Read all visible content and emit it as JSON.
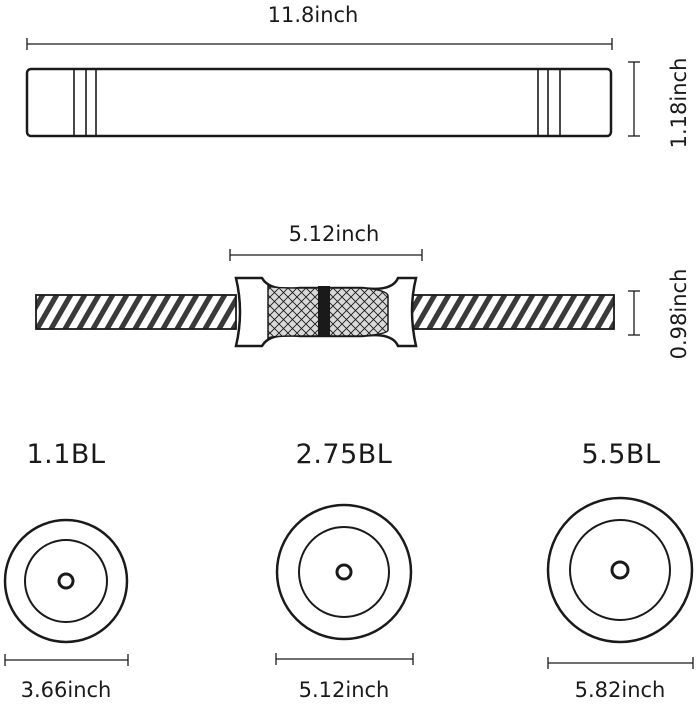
{
  "bar": {
    "length_label": "11.8inch",
    "height_label": "1.18inch"
  },
  "handle": {
    "grip_label": "5.12inch",
    "diameter_label": "0.98inch"
  },
  "plates": [
    {
      "weight_label": "1.1BL",
      "diameter_label": "3.66inch"
    },
    {
      "weight_label": "2.75BL",
      "diameter_label": "5.12inch"
    },
    {
      "weight_label": "5.5BL",
      "diameter_label": "5.82inch"
    }
  ],
  "colors": {
    "line": "#1a1a1a",
    "knurl_fill": "#d9d9d9",
    "background": "#ffffff"
  }
}
